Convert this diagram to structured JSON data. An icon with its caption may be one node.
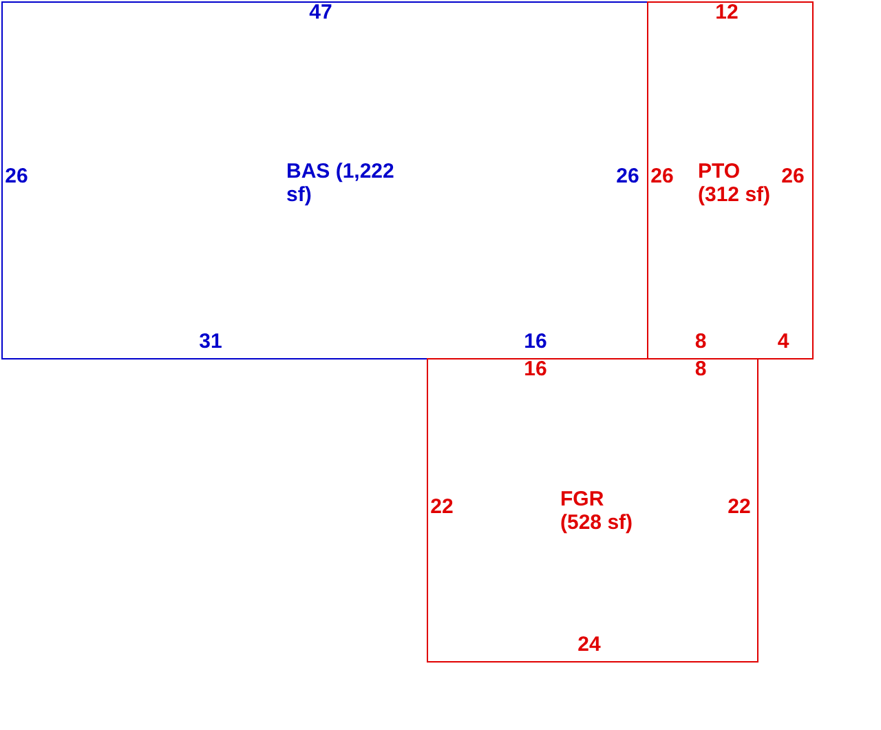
{
  "diagram": {
    "nodes": [
      {
        "text": [
          "BAS (1,222 sf)"
        ]
      },
      {
        "text": [
          "PTO (312 sf)"
        ]
      },
      {
        "text": [
          "FGR (528 sf)"
        ]
      }
    ],
    "labels": [
      "47",
      "12",
      "26",
      "26",
      "26",
      "26",
      "31",
      "16",
      "8",
      "4",
      "16",
      "8",
      "22",
      "22",
      "24"
    ]
  }
}
